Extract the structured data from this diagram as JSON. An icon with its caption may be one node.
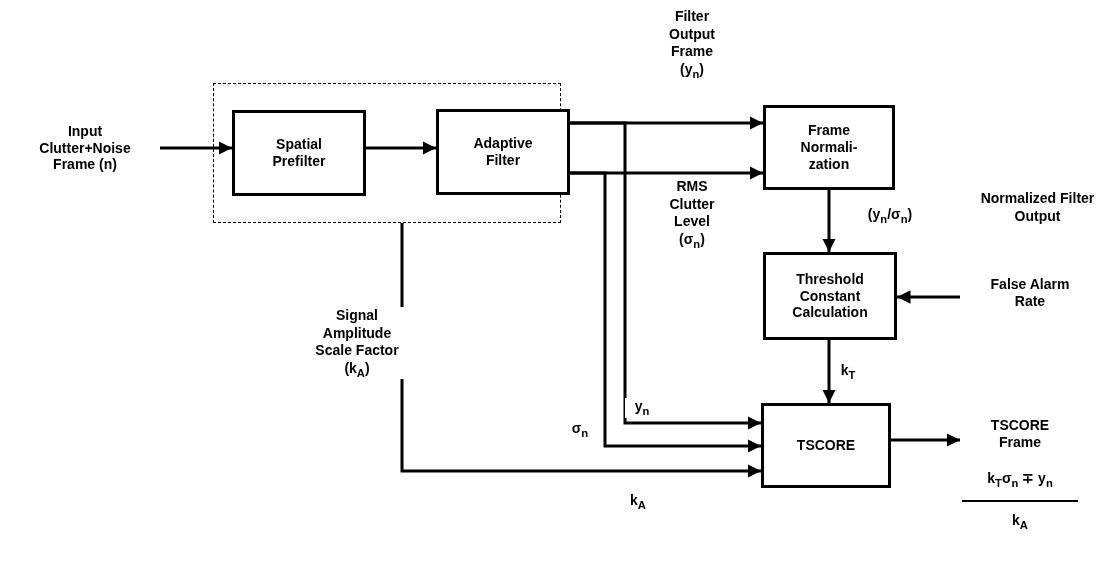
{
  "diagram": {
    "nodes": [
      {
        "text": [],
        "shape": "box"
      },
      {
        "text": [
          "Input Clutter+Noise Frame (n)"
        ]
      },
      {
        "text": [
          "Spatial Prefilter"
        ],
        "in": 0
      },
      {
        "text": [
          "Adaptive Filter"
        ],
        "in": 0
      },
      {
        "text": [
          "Frame Normali- zation"
        ]
      },
      {
        "text": [
          "Threshold Constant Calculation"
        ]
      },
      {
        "text": [
          "False Alarm Rate"
        ]
      },
      {
        "text": [
          "TSCORE"
        ]
      },
      {
        "text": [
          "TSCORE Frame"
        ],
        "beside": [
          "k$_{T}$σ$_{n}$ ∓ y$_{n}$",
          "k$_{A}$"
        ]
      }
    ],
    "edges": [
      {
        "from": 1,
        "to": 2,
        "arrow": "to"
      },
      {
        "from": 2,
        "to": 3,
        "arrow": "to"
      },
      {
        "from": 3,
        "to": 4,
        "arrow": "to",
        "label": "Filter Output Frame (y$_{n}$)"
      },
      {
        "from": 3,
        "to": 4,
        "arrow": "to",
        "label": "RMS Clutter Level (σ$_{n}$)"
      },
      {
        "from": 4,
        "to": 5,
        "arrow": "to",
        "label": "(y$_{n}$/σ$_{n}$)"
      },
      {
        "from": 6,
        "to": 5,
        "arrow": "to"
      },
      {
        "from": 5,
        "to": 7,
        "arrow": "to",
        "label": "k$_{T}$"
      },
      {
        "from": 3,
        "to": 7,
        "arrow": "to",
        "label": "y$_{n}$"
      },
      {
        "from": 3,
        "to": 7,
        "arrow": "to",
        "label": "σ$_{n}$"
      },
      {
        "from": 0,
        "to": 7,
        "arrow": "to",
        "label": "Signal Amplitude Scale Factor (k$_{A}$)"
      },
      {
        "from": 7,
        "to": 8,
        "arrow": "to"
      }
    ],
    "labels": [
      "Normalized Filter Output",
      "k$_{A}$"
    ]
  }
}
